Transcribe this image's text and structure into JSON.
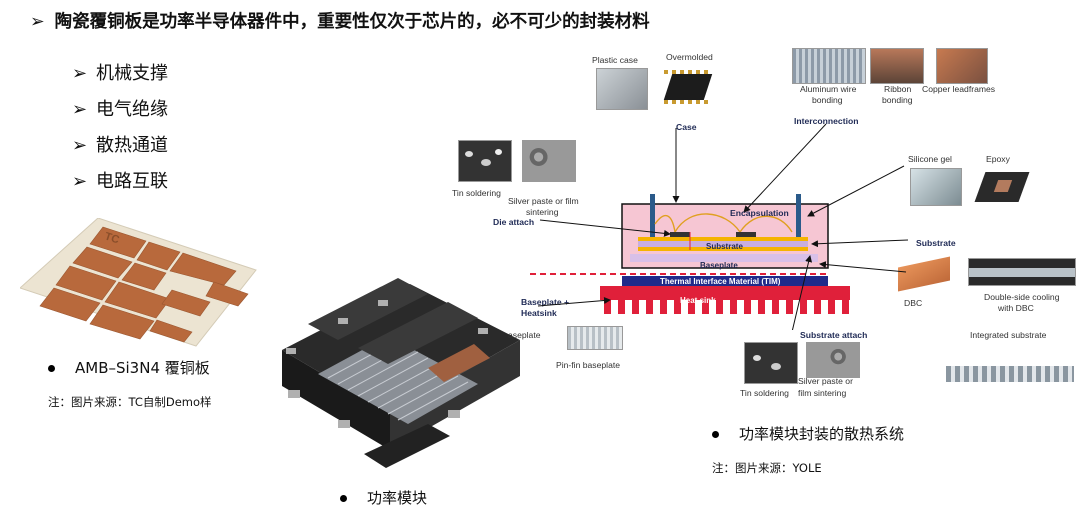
{
  "header": {
    "arrow": "➢",
    "title": "陶瓷覆铜板是功率半导体器件中，重要性仅次于芯片的，必不可少的封装材料"
  },
  "functions": {
    "arrow": "➢",
    "items": [
      "机械支撑",
      "电气绝缘",
      "散热通道",
      "电路互联"
    ]
  },
  "substrate_photo": {
    "logo": "TC",
    "caption": "AMB–Si3N4 覆铜板",
    "note": "注：图片来源：TC自制Demo样"
  },
  "module_photo": {
    "caption": "功率模块"
  },
  "diagram": {
    "labels": {
      "plastic_case": "Plastic case",
      "overmolded": "Overmolded",
      "case": "Case",
      "aluminum_wire": "Aluminum wire",
      "bonding": "bonding",
      "ribbon": "Ribbon",
      "ribbon_bonding": "bonding",
      "copper_leadframes": "Copper leadframes",
      "interconnection": "Interconnection",
      "silicone_gel": "Silicone gel",
      "epoxy": "Epoxy",
      "tin_soldering_top": "Tin soldering",
      "silver_paste_top_1": "Silver paste or film",
      "silver_paste_top_2": "sintering",
      "die_attach": "Die attach",
      "encapsulation": "Encapsulation",
      "substrate_inner": "Substrate",
      "baseplate_inner": "Baseplate",
      "tim": "Thermal Interface Material (TIM)",
      "heatsink_inner": "Heat sink",
      "substrate_right": "Substrate",
      "dbc": "DBC",
      "double_side_1": "Double-side cooling",
      "double_side_2": "with DBC",
      "integrated_substrate": "Integrated substrate",
      "baseplate_heatsink_1": "Baseplate +",
      "baseplate_heatsink_2": "Heatsink",
      "baseplate_left": "aseplate",
      "pinfin_baseplate": "Pin-fin baseplate",
      "substrate_attach": "Substrate attach",
      "tin_soldering_bottom": "Tin soldering",
      "silver_paste_bottom_1": "Silver paste or",
      "silver_paste_bottom_2": "film sintering"
    },
    "caption": "功率模块封装的散热系统",
    "note": "注：图片来源：YOLE"
  },
  "colors": {
    "copper": "#b8693c",
    "ceramic": "#ece4d2",
    "diagram_blue": "#1f2a8a",
    "heatsink_red": "#e0203a",
    "substrate_yellow": "#f5b400",
    "encap_pink": "#f6c6d3"
  }
}
